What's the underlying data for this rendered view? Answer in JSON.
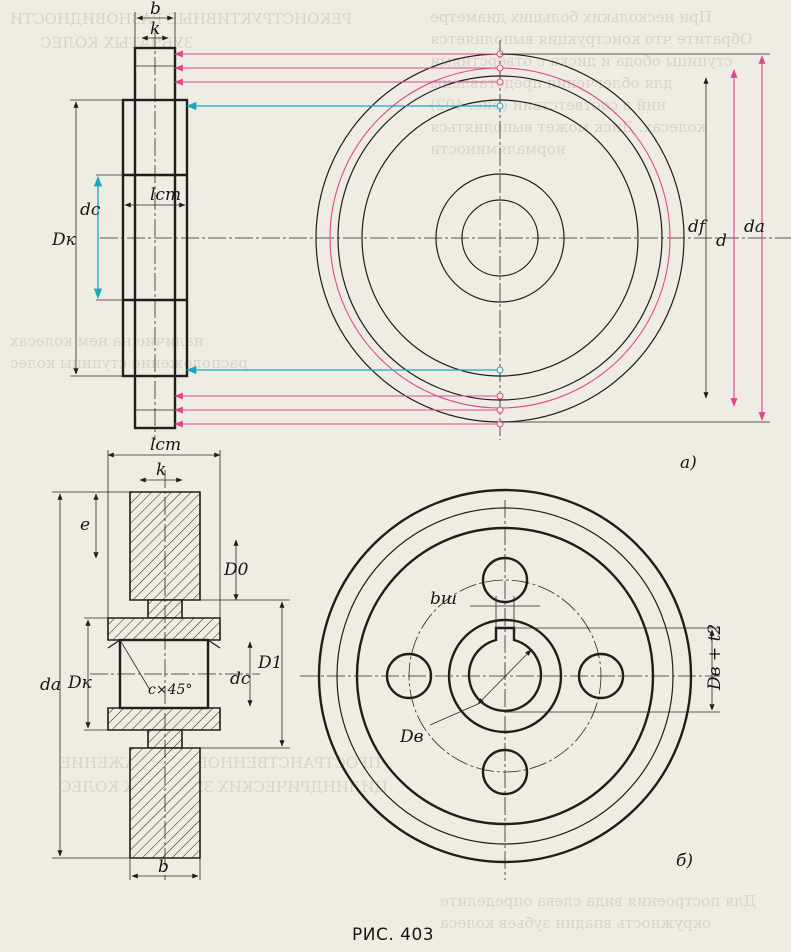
{
  "figure": {
    "caption": "РИС. 403"
  },
  "labels": {
    "b": "b",
    "k": "k",
    "lcm": "lст",
    "DK": "Dк",
    "dc": "dс",
    "df": "df",
    "d": "d",
    "da": "da",
    "view_a": "а)",
    "view_b": "б)",
    "lcm2": "lст",
    "k2": "k",
    "e": "e",
    "D0": "D0",
    "D1": "D1",
    "dc2": "dс",
    "DK2": "Dк",
    "da2": "da",
    "chamfer": "c×45°",
    "b2": "b",
    "bsh": "bш",
    "DB": "Dв",
    "DBt2": "Dв + t2"
  },
  "colors": {
    "highlight_pink": "#e0478f",
    "highlight_cyan": "#1aa7c4",
    "ink": "#1e1e1e"
  },
  "ghost_text": [
    "При нескольких больших диаметре",
    "Обратите что конструкция выполняется",
    "ступицы обода и диска с отверстиями",
    "для облегчения представлены",
    "ний в соответствии (рис. 402)",
    "колесах. Диск может выполняться",
    "нормаляминости",
    "РЕКОНСТРУКТИВНЫЕ РАЗНОВИДНОСТИ",
    "ЗУБЧАТЫХ КОЛЕС",
    "наличие на нем колесах",
    "расположение ступицы колес",
    "ПРОСТРАНСТВЕННОЕ ИЗОБРАЖЕНИЕ",
    "ЦИЛИНДРИЧЕСКИХ ЗУБЧАТЫХ КОЛЕС",
    "Для построения вида слева определите",
    "окружность впадин зубьев колеса"
  ]
}
